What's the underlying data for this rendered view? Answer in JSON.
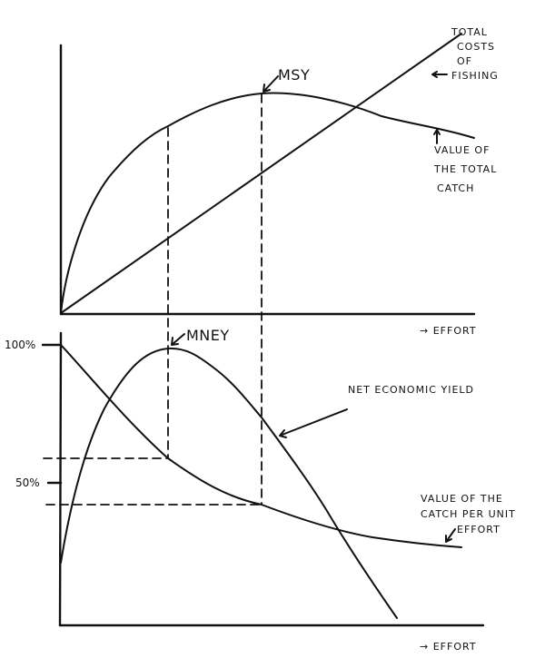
{
  "top_chart": {
    "annotations": {
      "msy": "MSY",
      "total_costs": [
        "TOTAL",
        "COSTS",
        "OF",
        "FISHING"
      ],
      "total_catch_value": [
        "VALUE OF",
        "THE TOTAL",
        "CATCH"
      ]
    },
    "x_axis_label": "→ EFFORT"
  },
  "bottom_chart": {
    "annotations": {
      "mney": "MNEY",
      "net_economic_yield": "NET ECONOMIC YIELD",
      "catch_per_unit_effort": [
        "VALUE OF THE",
        "CATCH PER UNIT",
        "EFFORT"
      ]
    },
    "y_ticks": {
      "t100": "100%",
      "t50": "50%"
    },
    "x_axis_label": "→ EFFORT"
  },
  "colors": {
    "ink": "#111111",
    "paper": "#ffffff"
  },
  "chart_data": [
    {
      "type": "line",
      "title": "",
      "xlabel": "Effort",
      "ylabel": "",
      "grid": false,
      "x": [
        0,
        1,
        2,
        3,
        4,
        5,
        6,
        7,
        8,
        9,
        10
      ],
      "series": [
        {
          "name": "Total costs of fishing",
          "values": [
            0,
            10,
            20,
            30,
            40,
            50,
            60,
            70,
            80,
            90,
            100
          ]
        },
        {
          "name": "Value of the total catch",
          "values": [
            0,
            45,
            66,
            79,
            87,
            90,
            89,
            86,
            82,
            77,
            72
          ]
        }
      ],
      "markers": [
        {
          "label": "MSY",
          "x": 5.0,
          "note": "peak of value of total catch"
        },
        {
          "label": "MNEY effort",
          "x": 2.7,
          "note": "dashed vertical at maximum net economic yield"
        }
      ]
    },
    {
      "type": "line",
      "title": "",
      "xlabel": "Effort",
      "ylabel": "%",
      "grid": false,
      "y_ticks": [
        "100%",
        "50%"
      ],
      "x": [
        0,
        1,
        2,
        3,
        4,
        5,
        6,
        7,
        8,
        9,
        10
      ],
      "series": [
        {
          "name": "Value of the catch per unit effort",
          "values": [
            100,
            82,
            65,
            56,
            49,
            43,
            39,
            36,
            34,
            33,
            32
          ]
        },
        {
          "name": "Net economic yield",
          "values": [
            -20,
            60,
            95,
            99,
            90,
            76,
            56,
            30,
            0,
            -30,
            -55
          ]
        }
      ],
      "markers": [
        {
          "label": "MNEY",
          "x": 2.7,
          "note": "peak of net economic yield"
        },
        {
          "label": "MSY effort",
          "x": 5.0,
          "note": "dashed vertical carried down from MSY"
        }
      ],
      "reference_lines": [
        {
          "type": "horizontal",
          "note": "catch per unit effort at MNEY (~58%)"
        },
        {
          "type": "horizontal",
          "note": "catch per unit effort at MSY (~42%)"
        }
      ]
    }
  ]
}
